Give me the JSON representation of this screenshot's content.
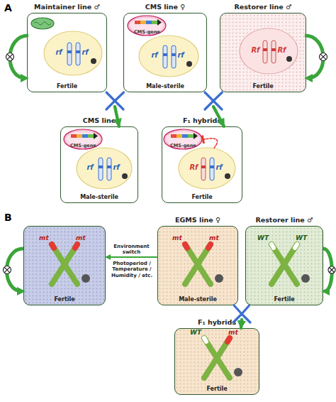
{
  "diagram": {
    "nodes": [
      {
        "text": [
          "Maintainer line ♂",
          "Fertile"
        ]
      },
      {
        "text": [
          "rf",
          "rf"
        ],
        "in": 0
      },
      {
        "text": [
          "CMS line ♀",
          "Male-sterile"
        ]
      },
      {
        "text": [
          "CMS-gene"
        ],
        "in": 2
      },
      {
        "text": [
          "rf",
          "rf"
        ],
        "in": 2
      },
      {
        "text": [
          "Restorer line ♂",
          "Fertile"
        ]
      },
      {
        "text": [
          "Rf",
          "Rf"
        ],
        "in": 5
      },
      {
        "text": [
          "CMS line",
          "Male-sterile"
        ]
      },
      {
        "text": [
          "CMS-gene"
        ],
        "in": 7
      },
      {
        "text": [
          "rf",
          "rf"
        ],
        "in": 7
      },
      {
        "text": [
          "F₁ hybrids",
          "Fertile"
        ]
      },
      {
        "text": [
          "CMS-gene"
        ],
        "in": 10
      },
      {
        "text": [
          "Rf",
          "rf"
        ],
        "in": 10
      },
      {
        "text": [
          "Fertile"
        ]
      },
      {
        "text": [
          "EGMS line ♀",
          "Male-sterile"
        ]
      },
      {
        "text": [
          "Restorer line ♂",
          "Fertile"
        ]
      },
      {
        "text": [
          "F₁ hybrids",
          "Fertile"
        ]
      }
    ],
    "edges": [
      {
        "from": 0,
        "to": 7,
        "arrow": "to"
      },
      {
        "from": 2,
        "to": 7,
        "arrow": "to"
      },
      {
        "from": 2,
        "to": 10,
        "arrow": "to"
      },
      {
        "from": 5,
        "to": 10,
        "arrow": "to"
      },
      {
        "from": 12,
        "to": 11,
        "arrow": "to"
      },
      {
        "from": 14,
        "to": 13,
        "label": "Environment switch",
        "arrow": "to"
      },
      {
        "from": 14,
        "to": 16,
        "arrow": "to"
      },
      {
        "from": 15,
        "to": 16,
        "arrow": "to"
      }
    ],
    "labels": [
      "A",
      "B",
      "mt",
      "mt",
      "mt",
      "mt",
      "WT",
      "WT",
      "WT",
      "mt",
      "Photoperiod / Temperature / Humidity / etc."
    ]
  }
}
